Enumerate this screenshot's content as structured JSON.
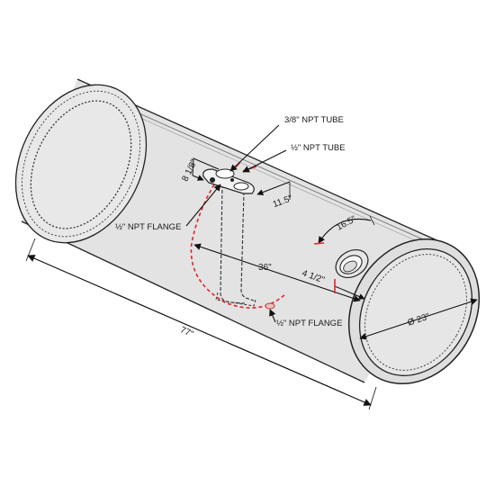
{
  "labels": {
    "tube_3_8": "3/8\" NPT TUBE",
    "tube_1_2": "½\" NPT TUBE",
    "flange_left": "½\" NPT FLANGE",
    "flange_bottom": "½\" NPT FLANGE"
  },
  "dimensions": {
    "length": "77\"",
    "port_distance": "36\"",
    "offset_8": "8 1/8\"",
    "offset_11": "11.5\"",
    "angle_16": "16.5\"",
    "offset_4": "4 1/2\"",
    "diameter": "Ø 23\""
  },
  "colors": {
    "tank_fill": "#e3e3e3",
    "outline": "#222222",
    "fuel_line": "#e0262b"
  }
}
